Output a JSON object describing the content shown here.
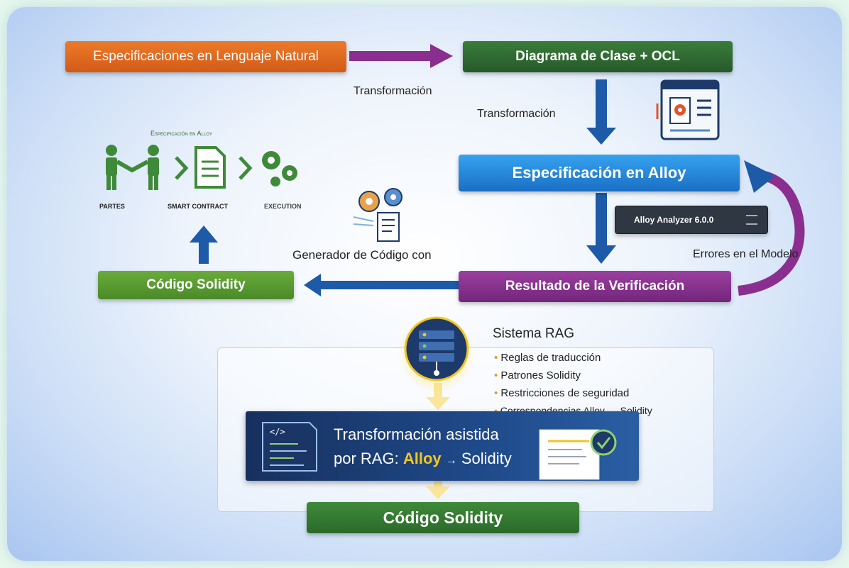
{
  "boxes": {
    "natural_spec": "Especificaciones en Lenguaje Natural",
    "class_diagram": "Diagrama de Clase + OCL",
    "alloy_spec": "Especificación en Alloy",
    "verification_result": "Resultado de la Verificación",
    "solidity_top": "Código Solidity",
    "solidity_bottom": "Código Solidity"
  },
  "labels": {
    "transform_1": "Transformación",
    "transform_2": "Transformación",
    "code_generator": "Generador de Código con",
    "model_errors": "Errores en el Modelo",
    "alloy_analyzer": "Alloy Analyzer 6.0.0"
  },
  "flow": {
    "heading": "Especificación en Alloy",
    "parties": "PARTES",
    "smart_contract": "SMART CONTRACT",
    "execution": "EXECUTION"
  },
  "rag": {
    "title": "Sistema RAG",
    "items": [
      "Reglas de traducción",
      "Patrones Solidity",
      "Restricciones de seguridad",
      "Correspondencias Alloy → Solidity"
    ],
    "banner_line1": "Transformación asistida",
    "banner_prefix": "por RAG:",
    "banner_alloy": "Alloy",
    "banner_arrow": "→",
    "banner_solidity": "Solidity",
    "code_tag": "</>"
  },
  "colors": {
    "orange": "#e0661f",
    "dark_green": "#2e6b30",
    "blue": "#1f84d8",
    "purple": "#8a2f8f",
    "green": "#5c9a32",
    "navy": "#1d3a6b",
    "yellow_accent": "#f3c61e"
  }
}
